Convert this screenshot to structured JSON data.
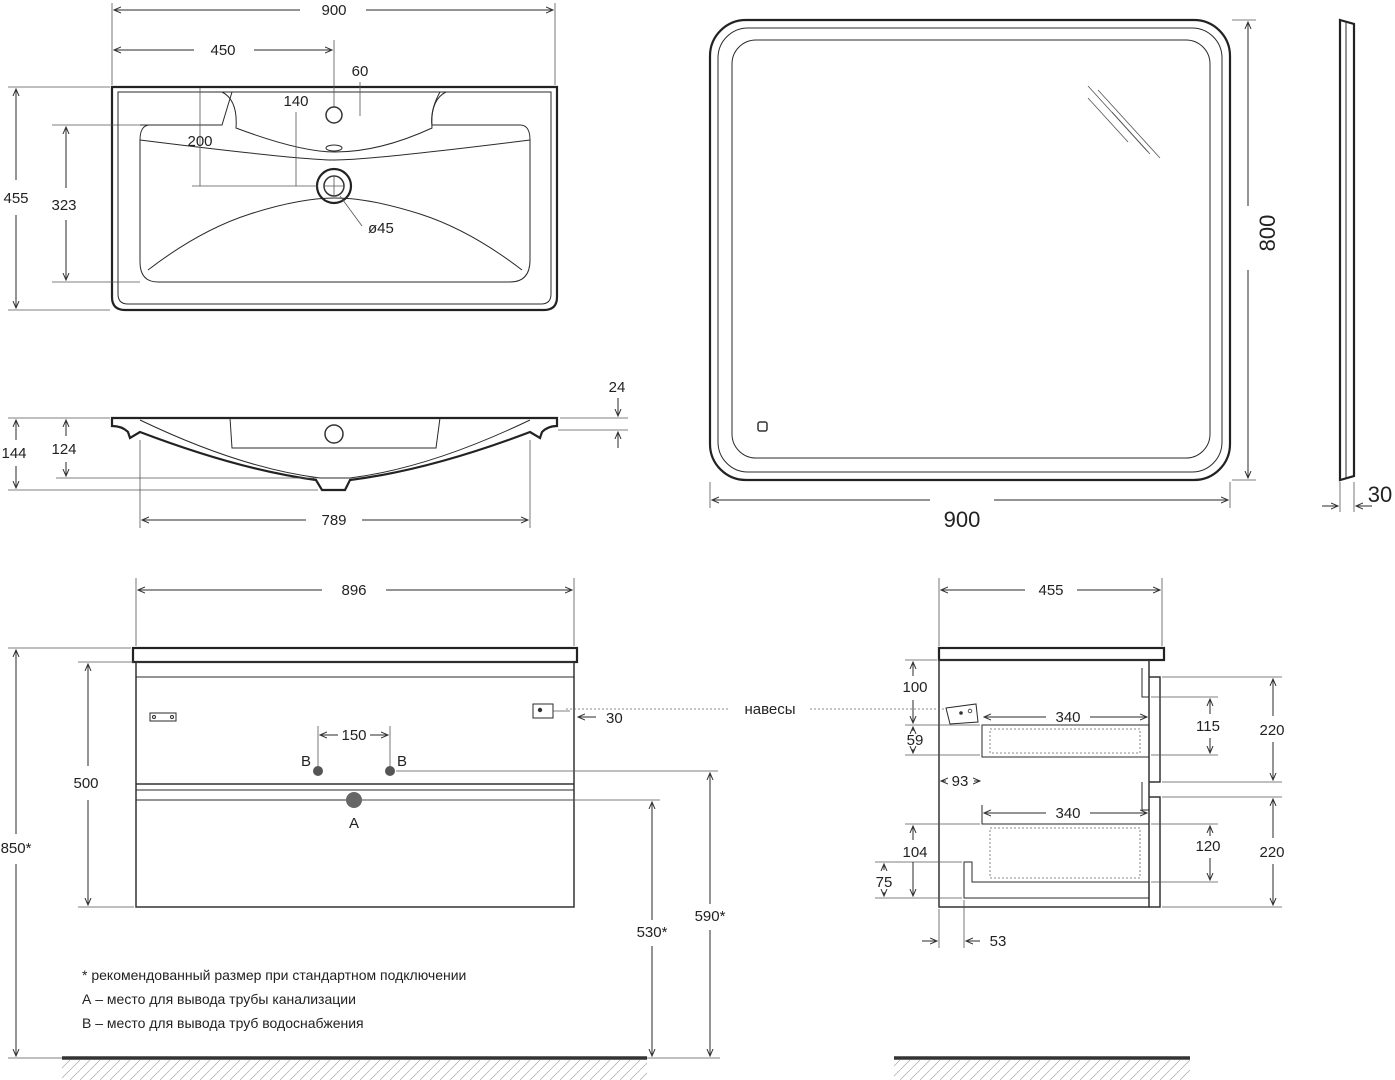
{
  "sink_top": {
    "width": "900",
    "half": "450",
    "tap_offset": "60",
    "tap_to_bowl": "140",
    "drain_offset": "200",
    "depth": "455",
    "bowl_depth": "323",
    "drain_diameter": "ø45"
  },
  "sink_side": {
    "rim": "24",
    "total": "144",
    "bowl": "124",
    "bottom": "789"
  },
  "mirror": {
    "width": "900",
    "height": "800",
    "depth": "30"
  },
  "cabinet_front": {
    "width": "896",
    "body_height": "500",
    "total_height": "850*",
    "hinge_offset": "30",
    "pipe_spacing": "150",
    "label_b1": "B",
    "label_b2": "B",
    "label_a": "A",
    "drain_height": "530*",
    "water_height": "590*"
  },
  "cabinet_side": {
    "depth": "455",
    "hinge_label": "навесы",
    "d100": "100",
    "d59": "59",
    "d340a": "340",
    "d115": "115",
    "d220a": "220",
    "d93": "93",
    "d340b": "340",
    "d120": "120",
    "d220b": "220",
    "d104": "104",
    "d75": "75",
    "d53": "53"
  },
  "notes": {
    "line1": "* рекомендованный размер при стандартном подключении",
    "line2": "А – место для вывода трубы канализации",
    "line3": "В – место для вывода труб водоснабжения"
  }
}
